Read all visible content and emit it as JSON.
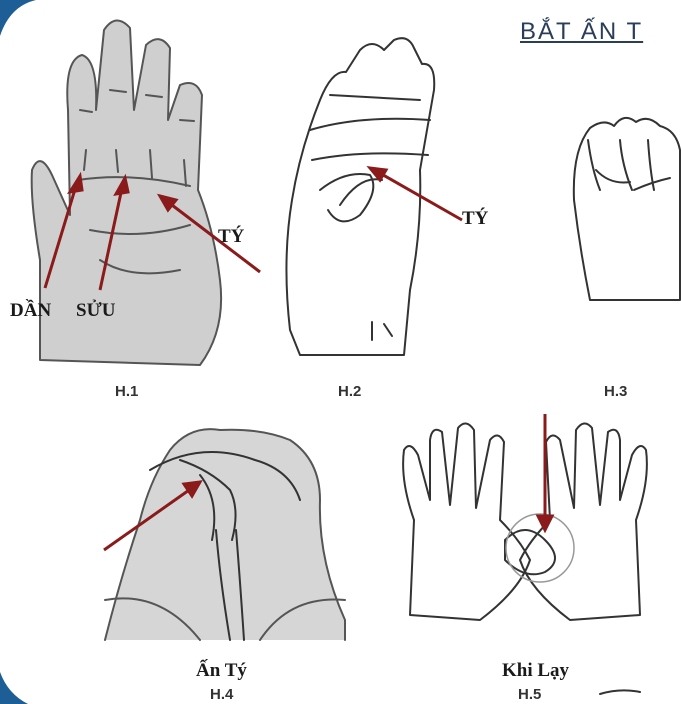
{
  "title": "BẮT ẤN T",
  "labels": {
    "ty_1": "TÝ",
    "dan": "DẦN",
    "suu": "SỬU",
    "ty_2": "TÝ",
    "an_ty": "Ấn Tý",
    "khi_lay": "Khi Lạy"
  },
  "captions": [
    "H.1",
    "H.2",
    "H.3",
    "H.4",
    "H.5"
  ],
  "colors": {
    "arrow": "#8b1a1a",
    "frame": "#1d5e96",
    "ink": "#333333"
  }
}
